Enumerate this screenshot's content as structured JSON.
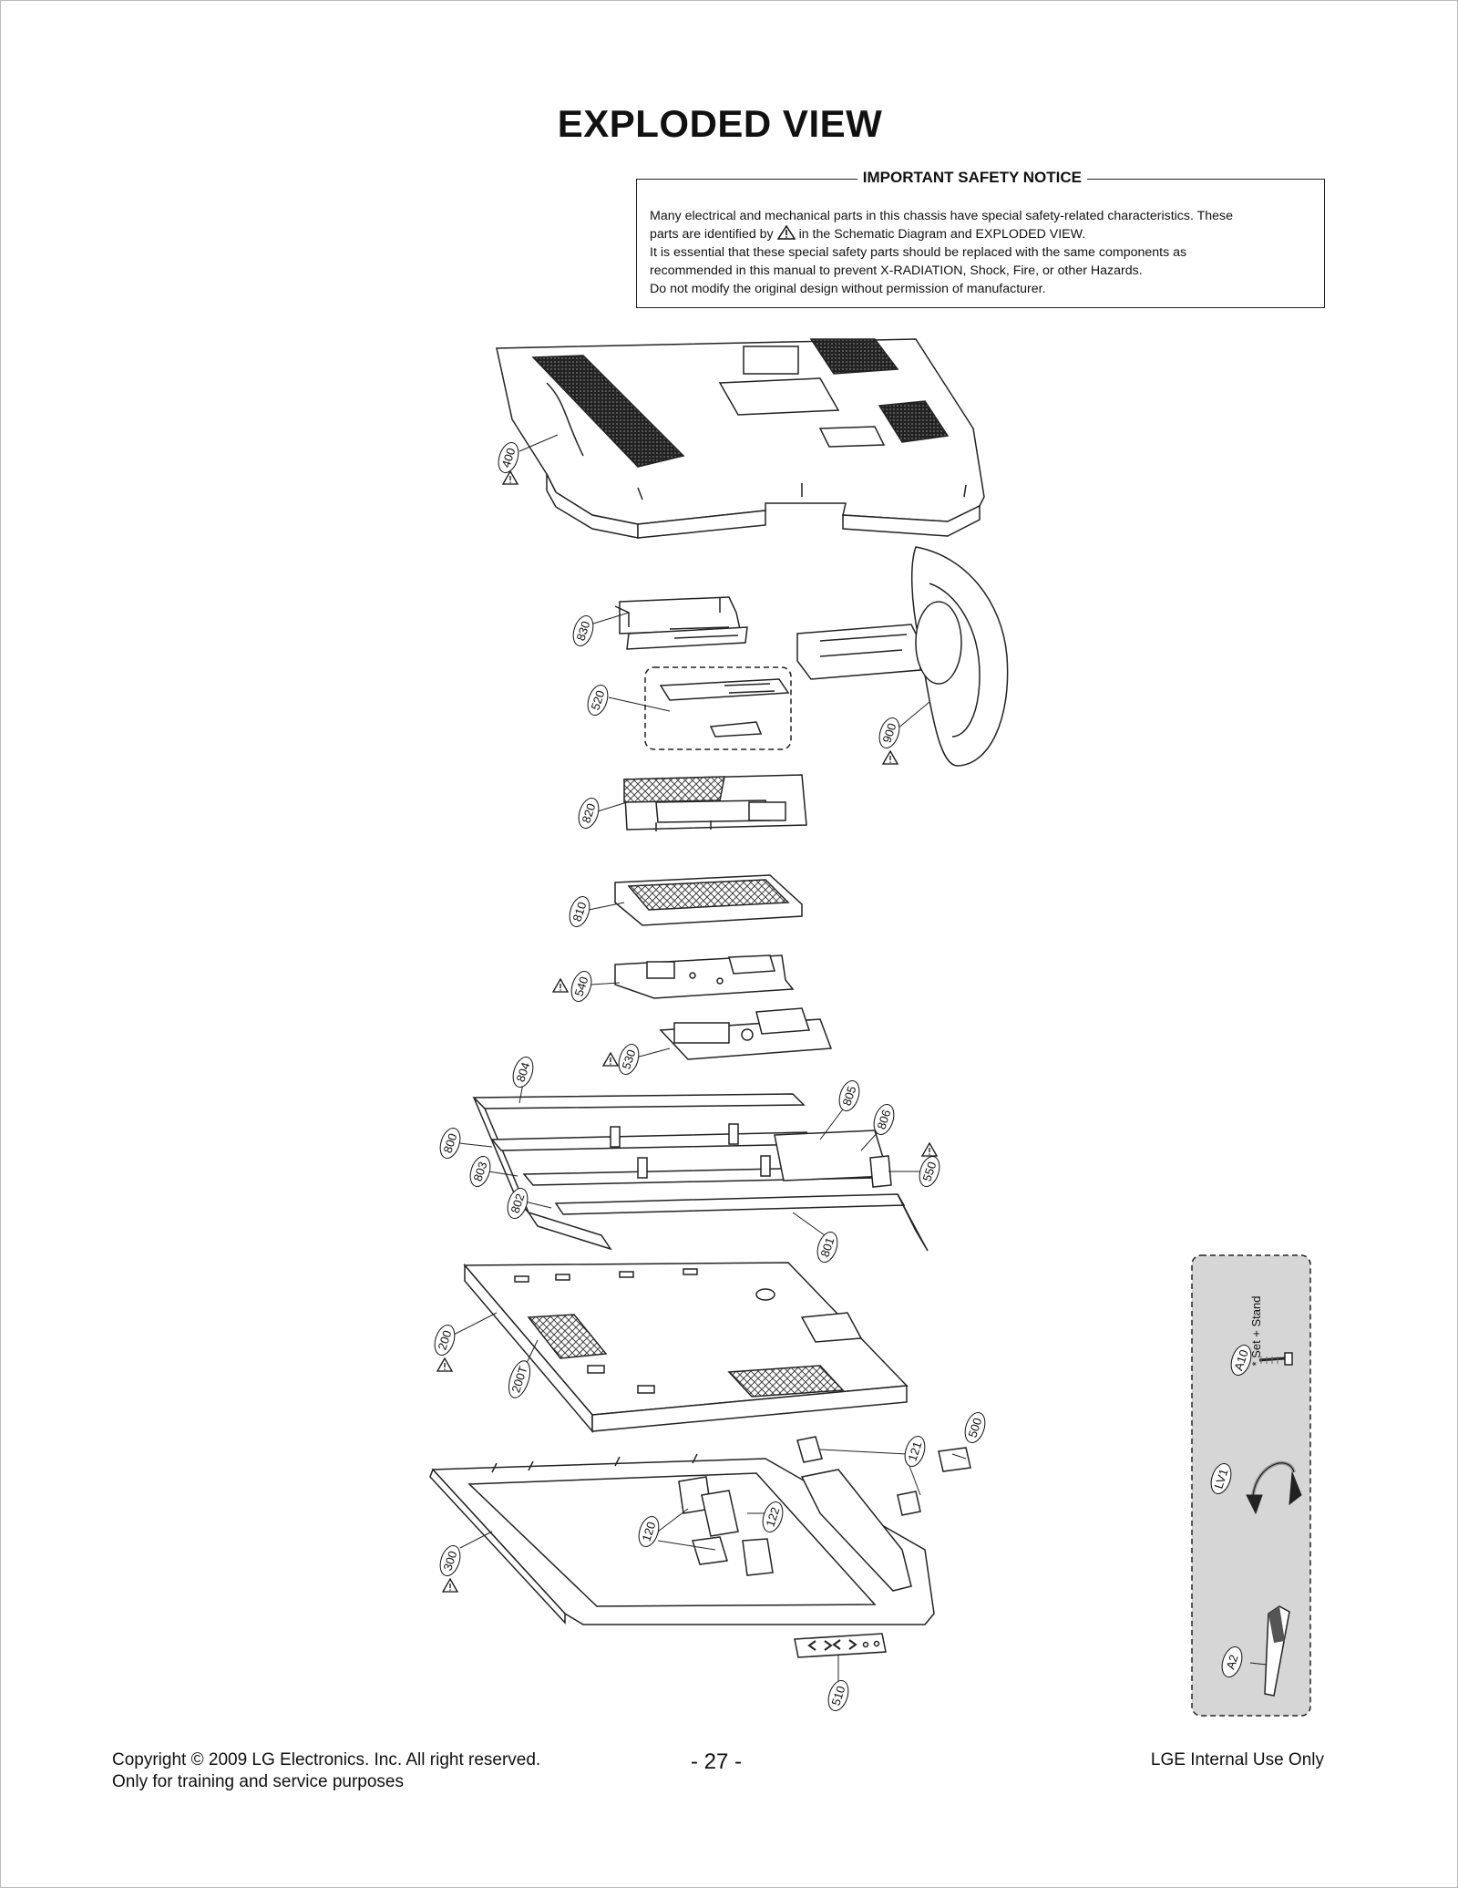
{
  "page": {
    "title": "EXPLODED VIEW"
  },
  "notice": {
    "title": "IMPORTANT SAFETY NOTICE",
    "line1": "Many electrical and mechanical parts in this chassis have special safety-related characteristics. These",
    "line2a": "parts are identified by",
    "line2b": "in the Schematic Diagram and EXPLODED VIEW.",
    "line3": "It is essential that these special safety parts should be replaced with the same components as",
    "line4": "recommended in this manual to prevent X-RADIATION, Shock, Fire, or other Hazards.",
    "line5": "Do not modify the original design without permission of manufacturer."
  },
  "callouts": {
    "c400": "400",
    "c830": "830",
    "c520": "520",
    "c900": "900",
    "c820": "820",
    "c810": "810",
    "c540": "540",
    "c530": "530",
    "c804": "804",
    "c805": "805",
    "c806": "806",
    "c800": "800",
    "c803": "803",
    "c550": "550",
    "c802": "802",
    "c801": "801",
    "c200": "200",
    "c200t": "200T",
    "c500": "500",
    "c121": "121",
    "c120": "120",
    "c122": "122",
    "c300": "300",
    "c510": "510"
  },
  "accessories": {
    "a10": "A10",
    "a10_note": "* Set + Stand",
    "lv1": "LV1",
    "a2": "A2"
  },
  "footer": {
    "copyright": "Copyright  © 2009 LG Electronics. Inc. All right reserved.",
    "purpose": "Only for training and service purposes",
    "page_number": "- 27 -",
    "internal": "LGE Internal Use Only"
  }
}
